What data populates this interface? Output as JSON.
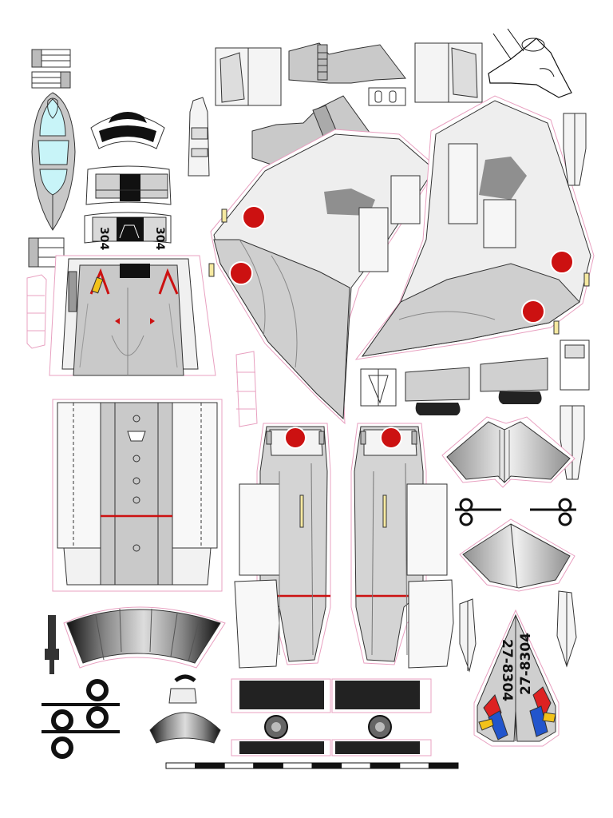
{
  "sheet": {
    "background": "#ffffff",
    "colors": {
      "panel_light": "#f4f4f4",
      "panel_mid": "#cfcfcf",
      "panel_dark": "#9a9a9a",
      "outline": "#333333",
      "cut_line": "#e8a0c0",
      "roundel_red": "#cc1111",
      "canopy_glass": "#c8f4f8",
      "black": "#111111",
      "tail_blue": "#2255cc",
      "tail_red": "#dd2222",
      "tail_yellow": "#f2c21a"
    }
  },
  "markings": {
    "cowl_code_left": "304",
    "cowl_code_right": "304",
    "tail_code_left": "27-8304",
    "tail_code_right": "27-8304"
  },
  "scale_bar": {
    "segments": 10
  }
}
